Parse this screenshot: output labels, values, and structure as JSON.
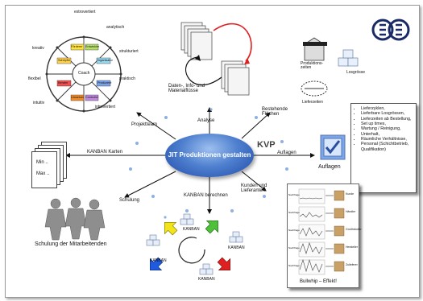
{
  "center": {
    "label": "JIT Produktionen gestalten"
  },
  "spokes": {
    "analyse": "Analyse",
    "bestehende": "Bestehende Flächen",
    "projektteam": "Projektteam",
    "kanban_karten": "KANBAN Karten",
    "auflagen": "Auflagen",
    "schulung": "Schulung",
    "kanban_berechnen": "KANBAN berechnen",
    "kunden": "Kunden und Lieferanten"
  },
  "kvp": "KVP",
  "datenfluss": "Daten-, Info- und Materialflüsse",
  "wheel": {
    "center": "Coach",
    "outer": [
      "extrovertiert",
      "analytisch",
      "strukturiert",
      "praktisch",
      "introvertiert",
      "intuitiv",
      "flexibel",
      "kreativ"
    ],
    "segments": [
      "Förderer",
      "Entwickler",
      "Organisator",
      "Produzent",
      "Controller",
      "Umsetzer",
      "Berater",
      "Schöpfer"
    ]
  },
  "produktion": {
    "zeiten": "Produktions-zeiten",
    "losgroesse": "Losgrösse",
    "lieferzeiten": "Lieferzeiten"
  },
  "auflagen_label": "Auflagen",
  "listbox": [
    "Lieferzyklen,",
    "Lieferbare Losgrössen,",
    "Lieferzeiten ab Bestellung,",
    "Set up times,",
    "Wartung / Reinigung,",
    "Unterhalt,",
    "Räumliche Verhältnisse,",
    "Personal (Schichtbetrieb, Qualifikation)"
  ],
  "kanban_card": {
    "line1": "Min ..",
    "line2": "Max .."
  },
  "schulung_label": "Schulung der Mitarbeitenden",
  "kanban_loop": {
    "label": "KANBAN"
  },
  "bullwhip": {
    "caption": "Bullwhip – Effekt!",
    "stages": [
      "Kunde",
      "Händler",
      "Großhändler",
      "Hersteller",
      "Zulieferer"
    ],
    "row_label": "Nachfrage"
  },
  "colors": {
    "center_dark": "#1f4aa8",
    "center_light": "#9ec0ef",
    "arrow_red": "#e02020",
    "logo": "#1a2a66"
  }
}
